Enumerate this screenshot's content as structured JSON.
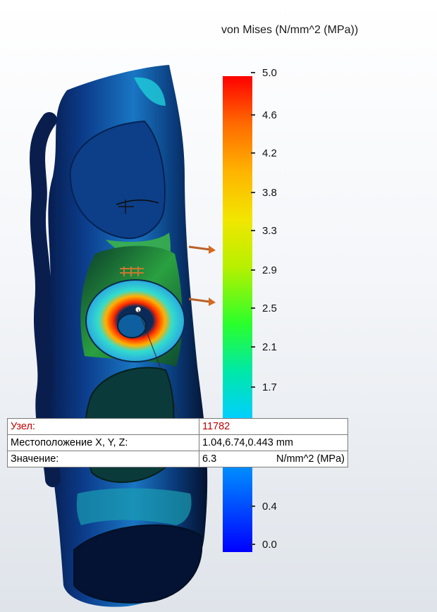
{
  "legend": {
    "title": "von Mises (N/mm^2 (MPa))",
    "ticks": [
      "5.0",
      "4.6",
      "4.2",
      "3.8",
      "3.3",
      "2.9",
      "2.5",
      "2.1",
      "1.7",
      "0.4",
      "0.0"
    ],
    "colors": {
      "max": "#ff0000",
      "min": "#0000ff"
    }
  },
  "probe": {
    "node_label": "Узел:",
    "node_value": "11782",
    "location_label": "Местоположение X, Y, Z:",
    "location_value": "1.04,6.74,0.443 mm",
    "value_label": "Значение:",
    "value_number": "6.3",
    "value_unit": "N/mm^2 (MPa)"
  }
}
